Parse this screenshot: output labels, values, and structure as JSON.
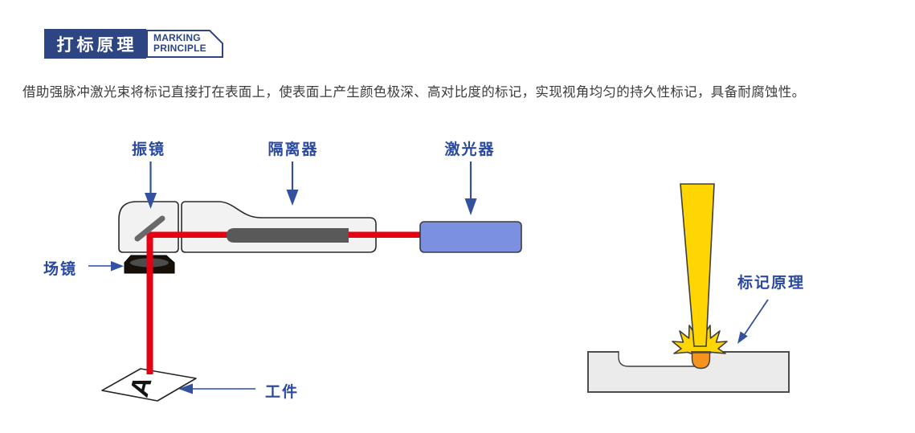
{
  "header": {
    "title_cn": "打标原理",
    "title_en_line1": "MARKING",
    "title_en_line2": "PRINCIPLE"
  },
  "description": "借助强脉冲激光束将标记直接打在表面上，使表面上产生颜色极深、高对比度的标记，实现视角均匀的持久性标记，具备耐腐蚀性。",
  "diagram": {
    "labels": {
      "galvo": "振镜",
      "isolator": "隔离器",
      "laser": "激光器",
      "field_lens": "场镜",
      "workpiece": "工件",
      "marking_principle": "标记原理"
    },
    "workpiece_mark": "A"
  },
  "colors": {
    "badge_blue": "#2d4583",
    "label_blue": "#2b4a9f",
    "arrow_blue": "#33519f",
    "leader_blue": "#5b79c0",
    "beam_red": "#e60012",
    "beam_yellow": "#ffd502",
    "molten_orange": "#f6921e",
    "laser_box_blue": "#7c90e2",
    "machine_fill": "#f2f2f2",
    "outline_dark": "#3e3e3e",
    "block_fill": "#ebebeb"
  }
}
